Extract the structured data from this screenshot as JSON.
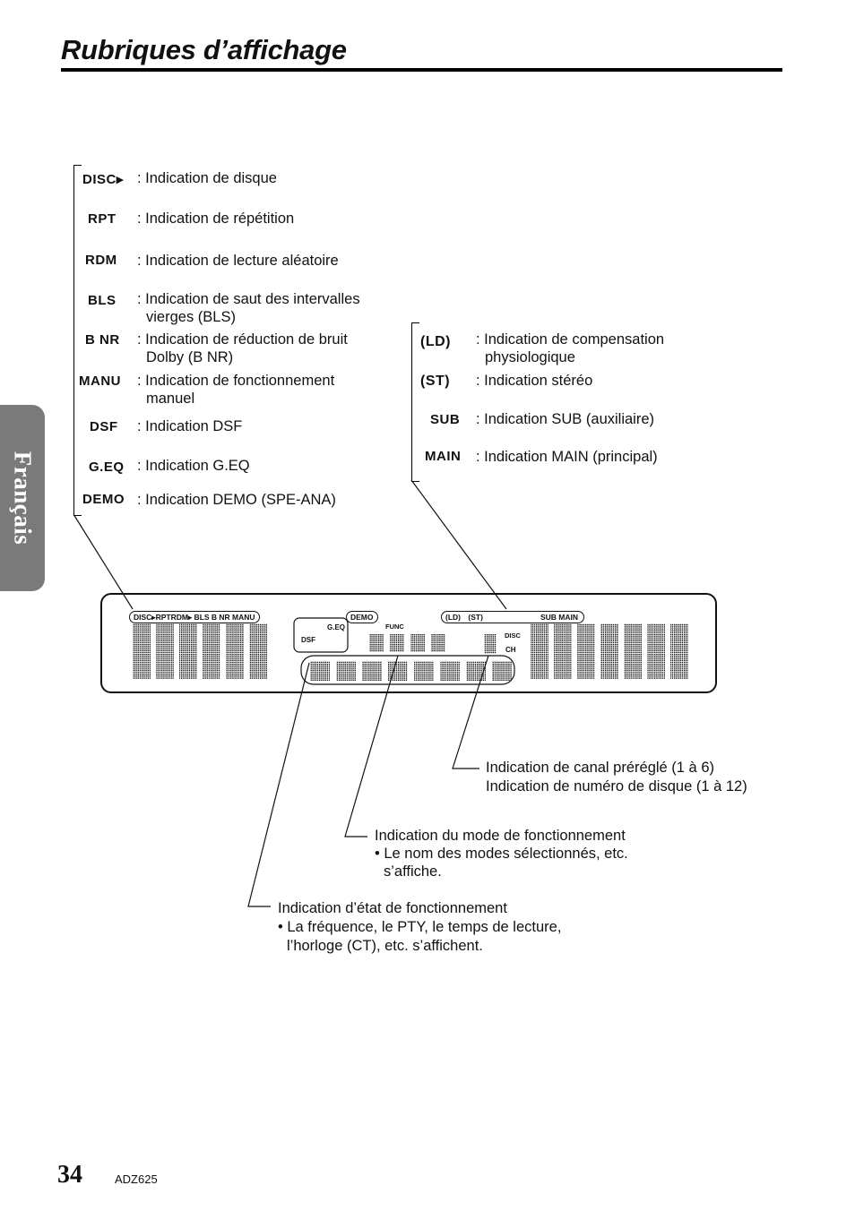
{
  "page": {
    "title": "Rubriques d’affichage",
    "side_tab": "Français",
    "page_number": "34",
    "model": "ADZ625"
  },
  "left_items": [
    {
      "symbol": "DISC▸",
      "text": ": Indication de disque",
      "cont": ""
    },
    {
      "symbol": "RPT",
      "text": ": Indication de répétition",
      "cont": ""
    },
    {
      "symbol": "RDM",
      "text": ": Indication de lecture aléatoire",
      "cont": ""
    },
    {
      "symbol": "BLS",
      "text": ": Indication de saut des intervalles",
      "cont": "vierges (BLS)"
    },
    {
      "symbol": "B NR",
      "text": ": Indication de réduction de bruit",
      "cont": "Dolby (B NR)"
    },
    {
      "symbol": "MANU",
      "text": ": Indication de fonctionnement",
      "cont": "manuel"
    },
    {
      "symbol": "DSF",
      "text": ": Indication DSF",
      "cont": ""
    },
    {
      "symbol": "G.EQ",
      "text": ": Indication G.EQ",
      "cont": ""
    },
    {
      "symbol": "DEMO",
      "text": ": Indication DEMO (SPE-ANA)",
      "cont": ""
    }
  ],
  "right_items": [
    {
      "symbol": "(LD)",
      "text": ": Indication de compensation",
      "cont": "physiologique"
    },
    {
      "symbol": "(ST)",
      "text": ": Indication stéréo",
      "cont": ""
    },
    {
      "symbol": "SUB",
      "text": ": Indication SUB (auxiliaire)",
      "cont": ""
    },
    {
      "symbol": "MAIN",
      "text": ": Indication MAIN (principal)",
      "cont": ""
    }
  ],
  "panel": {
    "left_pill": "DISC▸RPTRDM▸ BLS B NR MANU",
    "demo_pill": "DEMO",
    "right_pill_ld": "(LD)",
    "right_pill_st": "(ST)",
    "right_pill_sub": "SUB MAIN",
    "dsf": "DSF",
    "geq": "G.EQ",
    "func": "FUNC",
    "disc": "DISC",
    "ch": "CH"
  },
  "callouts": {
    "preset": {
      "line1": "Indication de canal préréglé (1 à 6)",
      "line2": "Indication de numéro de disque (1 à 12)"
    },
    "mode": {
      "line1": "Indication du mode de fonctionnement",
      "line2": "• Le nom des modes sélectionnés, etc.",
      "line3": "s’affiche."
    },
    "state": {
      "line1": "Indication d’état de fonctionnement",
      "line2": "• La fréquence, le PTY, le temps de lecture,",
      "line3": "l’horloge (CT), etc. s’affichent."
    }
  }
}
